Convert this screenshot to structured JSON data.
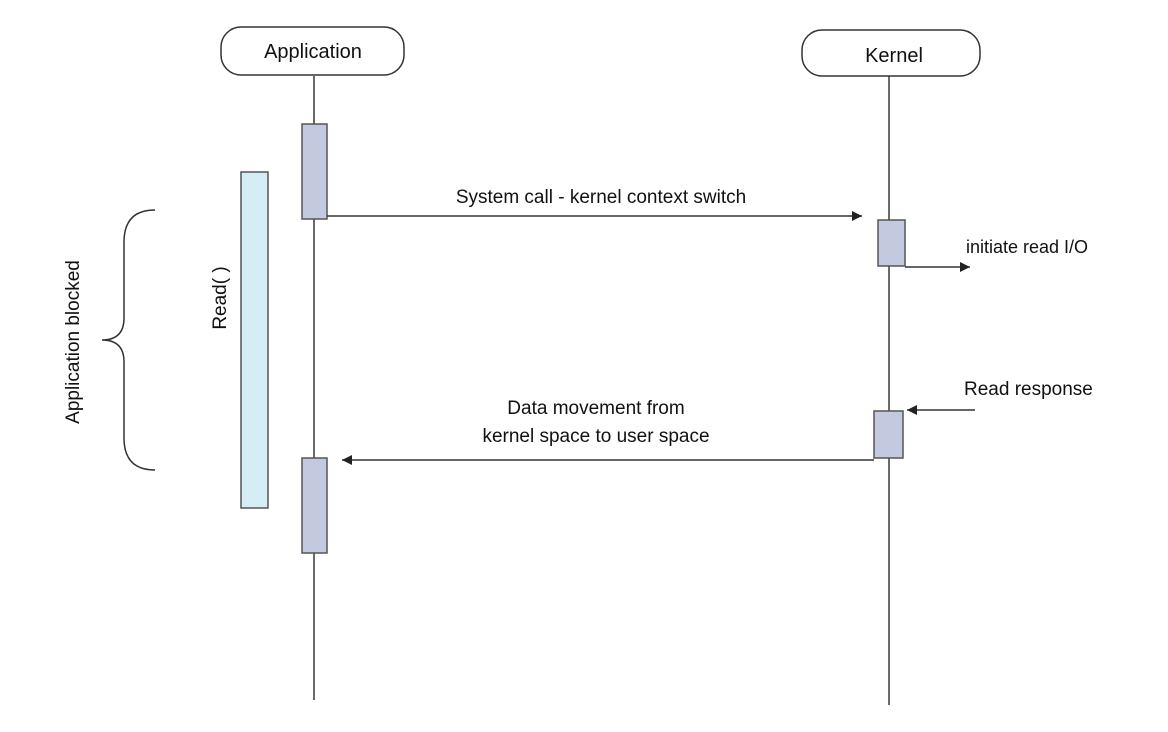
{
  "participants": {
    "application": "Application",
    "kernel": "Kernel"
  },
  "messages": {
    "system_call": "System call - kernel context switch",
    "initiate_read": "initiate read I/O",
    "read_response": "Read response",
    "data_movement_line1": "Data movement from",
    "data_movement_line2": "kernel space to user space"
  },
  "annotations": {
    "read_call": "Read( )",
    "blocked": "Application blocked"
  },
  "colors": {
    "lifeline": "#6b6b6b",
    "activation_fill": "#c3c9df",
    "activation_stroke": "#555555",
    "read_bar_fill": "#d5eef6",
    "read_bar_stroke": "#555555",
    "arrow": "#333333"
  }
}
